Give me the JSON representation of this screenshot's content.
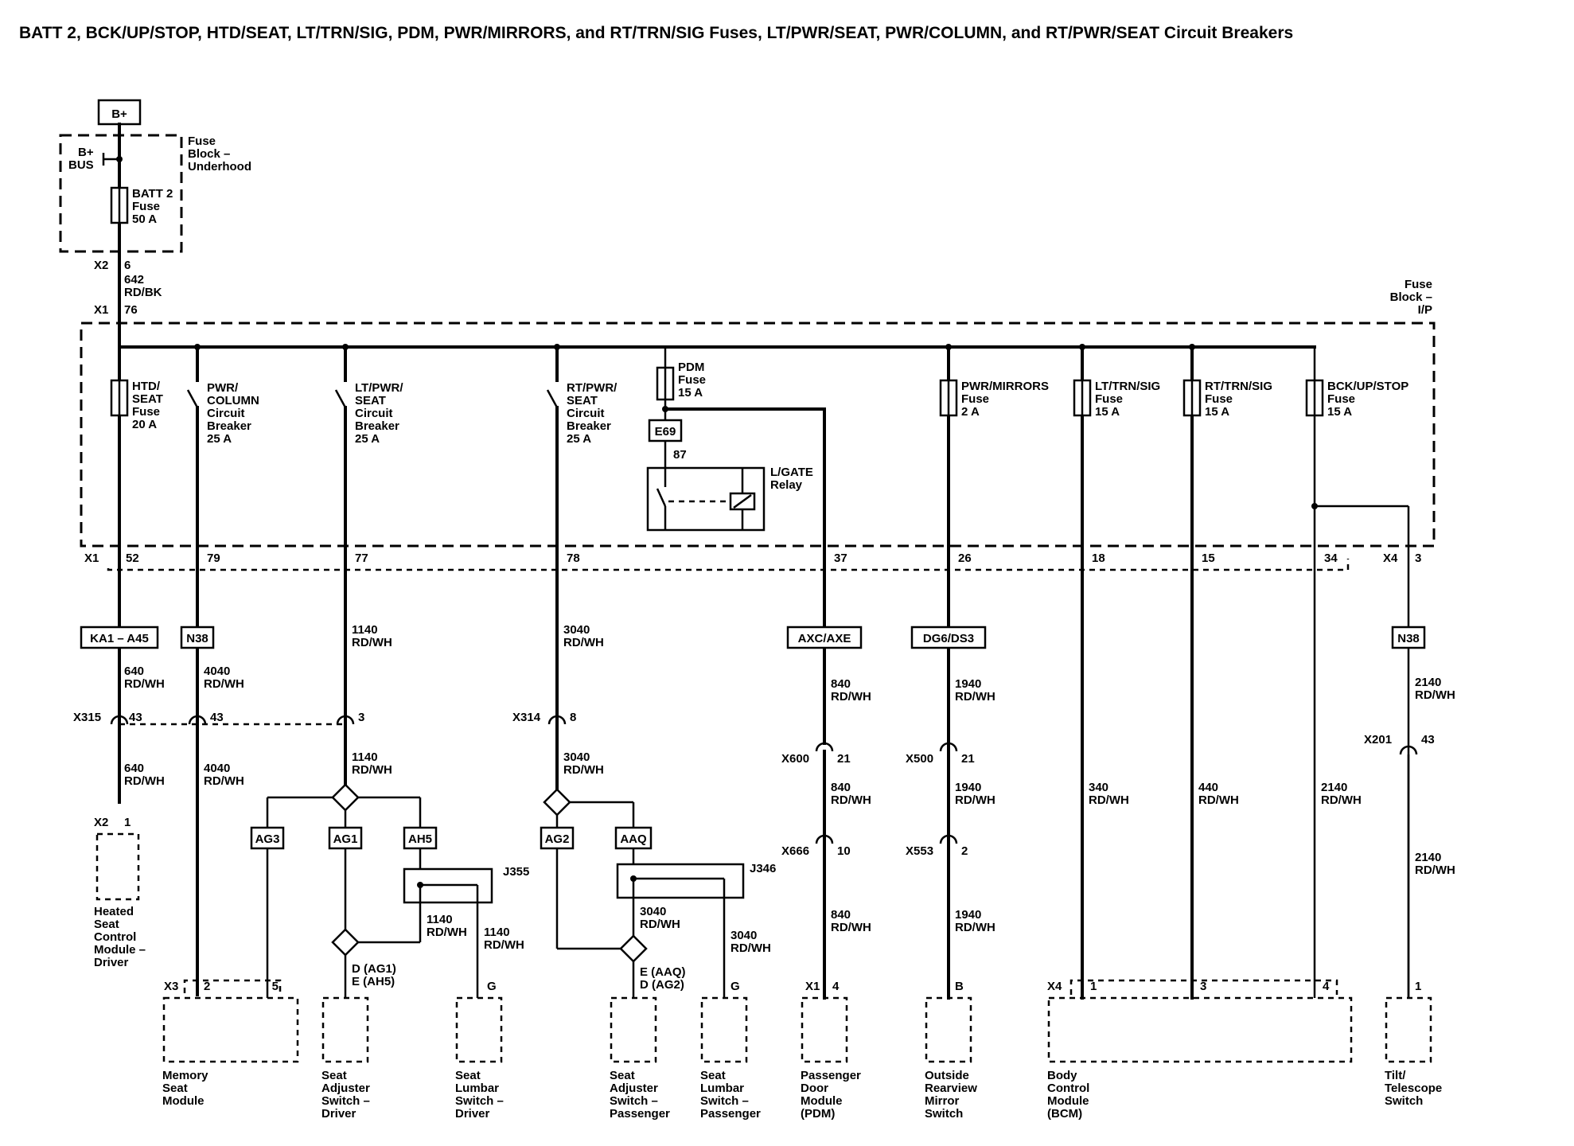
{
  "title": "BATT 2, BCK/UP/STOP, HTD/SEAT, LT/TRN/SIG, PDM, PWR/MIRRORS, and RT/TRN/SIG Fuses, LT/PWR/SEAT, PWR/COLUMN, and RT/PWR/SEAT Circuit Breakers",
  "power": {
    "source": "B+",
    "bus": [
      "B+",
      "BUS"
    ],
    "underhood_block": [
      "Fuse",
      "Block –",
      "Underhood"
    ],
    "batt2_fuse": [
      "BATT 2",
      "Fuse",
      "50 A"
    ],
    "x2": "X2",
    "x2_pin": "6",
    "wire": [
      "642",
      "RD/BK"
    ],
    "x1": "X1",
    "x1_pin": "76",
    "ip_block": [
      "Fuse",
      "Block –",
      "I/P"
    ]
  },
  "ip_devices": {
    "htd_seat": [
      "HTD/",
      "SEAT",
      "Fuse",
      "20 A"
    ],
    "pwr_column": [
      "PWR/",
      "COLUMN",
      "Circuit",
      "Breaker",
      "25 A"
    ],
    "lt_pwr_seat": [
      "LT/PWR/",
      "SEAT",
      "Circuit",
      "Breaker",
      "25 A"
    ],
    "rt_pwr_seat": [
      "RT/PWR/",
      "SEAT",
      "Circuit",
      "Breaker",
      "25 A"
    ],
    "pdm_fuse": [
      "PDM",
      "Fuse",
      "15 A"
    ],
    "e69": "E69",
    "relay_pin": "87",
    "lgate_relay": [
      "L/GATE",
      "Relay"
    ],
    "pwr_mirrors": [
      "PWR/MIRRORS",
      "Fuse",
      "2 A"
    ],
    "lt_trn_sig": [
      "LT/TRN/SIG",
      "Fuse",
      "15 A"
    ],
    "rt_trn_sig": [
      "RT/TRN/SIG",
      "Fuse",
      "15 A"
    ],
    "bck_up_stop": [
      "BCK/UP/STOP",
      "Fuse",
      "15 A"
    ]
  },
  "ip_pins": {
    "x1": "X1",
    "x4": "X4",
    "p52": "52",
    "p79": "79",
    "p77": "77",
    "p78": "78",
    "p37": "37",
    "p26": "26",
    "p18": "18",
    "p15": "15",
    "p34": "34",
    "p3": "3"
  },
  "options": {
    "ka1": "KA1 – A45",
    "n38a": "N38",
    "axc": "AXC/AXE",
    "dg6": "DG6/DS3",
    "n38b": "N38",
    "ag3": "AG3",
    "ag1": "AG1",
    "ah5": "AH5",
    "ag2": "AG2",
    "aaq": "AAQ"
  },
  "wires": {
    "w640a": [
      "640",
      "RD/WH"
    ],
    "w4040a": [
      "4040",
      "RD/WH"
    ],
    "w1140a": [
      "1140",
      "RD/WH"
    ],
    "w3040a": [
      "3040",
      "RD/WH"
    ],
    "w840a": [
      "840",
      "RD/WH"
    ],
    "w1940a": [
      "1940",
      "RD/WH"
    ],
    "w2140a": [
      "2140",
      "RD/WH"
    ],
    "w640b": [
      "640",
      "RD/WH"
    ],
    "w4040b": [
      "4040",
      "RD/WH"
    ],
    "w1140b": [
      "1140",
      "RD/WH"
    ],
    "w3040b": [
      "3040",
      "RD/WH"
    ],
    "w840b": [
      "840",
      "RD/WH"
    ],
    "w1940b": [
      "1940",
      "RD/WH"
    ],
    "w340": [
      "340",
      "RD/WH"
    ],
    "w440": [
      "440",
      "RD/WH"
    ],
    "w2140b": [
      "2140",
      "RD/WH"
    ],
    "w1140c": [
      "1140",
      "RD/WH"
    ],
    "w1140d": [
      "1140",
      "RD/WH"
    ],
    "w3040c": [
      "3040",
      "RD/WH"
    ],
    "w3040d": [
      "3040",
      "RD/WH"
    ],
    "w840c": [
      "840",
      "RD/WH"
    ],
    "w1940c": [
      "1940",
      "RD/WH"
    ],
    "w2140c": [
      "2140",
      "RD/WH"
    ]
  },
  "connectors": {
    "x315": "X315",
    "x315_p1": "43",
    "x315_p2": "43",
    "x315_p3": "3",
    "x314": "X314",
    "x314_p": "8",
    "x600": "X600",
    "x600_p": "21",
    "x500": "X500",
    "x500_p": "21",
    "x201": "X201",
    "x201_p": "43",
    "x666": "X666",
    "x666_p": "10",
    "x553": "X553",
    "x553_p": "2",
    "j355": "J355",
    "j346": "J346"
  },
  "modules": {
    "hscm_x2": "X2",
    "hscm_pin": "1",
    "hscm": [
      "Heated",
      "Seat",
      "Control",
      "Module –",
      "Driver"
    ],
    "msm_x3": "X3",
    "msm_p2": "2",
    "msm_p5": "5",
    "msm": [
      "Memory",
      "Seat",
      "Module"
    ],
    "sasd_pins": [
      "D (AG1)",
      "E (AH5)"
    ],
    "sasd": [
      "Seat",
      "Adjuster",
      "Switch –",
      "Driver"
    ],
    "slsd_pin": "G",
    "slsd": [
      "Seat",
      "Lumbar",
      "Switch –",
      "Driver"
    ],
    "sasp_pins": [
      "E (AAQ)",
      "D (AG2)"
    ],
    "sasp": [
      "Seat",
      "Adjuster",
      "Switch –",
      "Passenger"
    ],
    "slsp_pin": "G",
    "slsp": [
      "Seat",
      "Lumbar",
      "Switch –",
      "Passenger"
    ],
    "pdm_x1": "X1",
    "pdm_pin": "4",
    "pdm": [
      "Passenger",
      "Door",
      "Module",
      "(PDM)"
    ],
    "orm_pin": "B",
    "orm": [
      "Outside",
      "Rearview",
      "Mirror",
      "Switch"
    ],
    "bcm_x4": "X4",
    "bcm_p1": "1",
    "bcm_p3": "3",
    "bcm_p4": "4",
    "bcm": [
      "Body",
      "Control",
      "Module",
      "(BCM)"
    ],
    "tilt_pin": "1",
    "tilt": [
      "Tilt/",
      "Telescope",
      "Switch"
    ]
  }
}
